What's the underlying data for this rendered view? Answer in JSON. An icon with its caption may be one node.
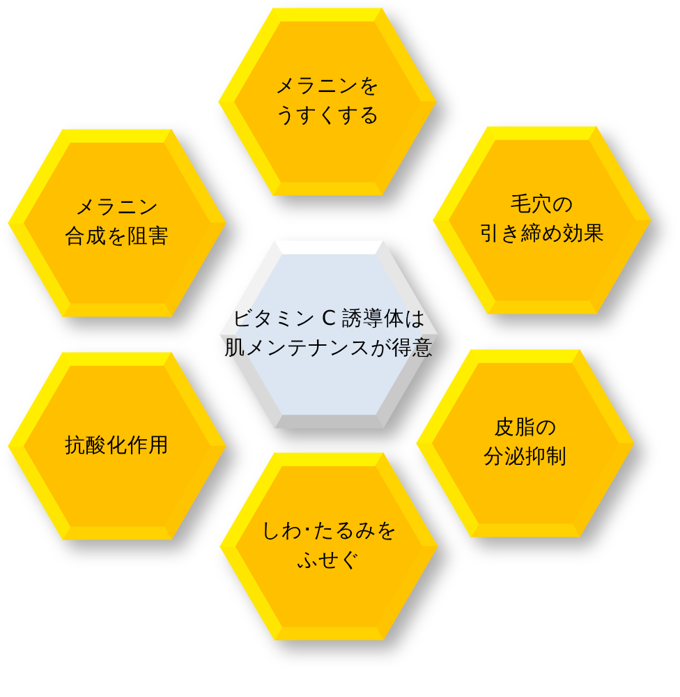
{
  "diagram": {
    "nodes": [
      {
        "text": [
          "メラニンをうすくする"
        ]
      },
      {
        "text": [
          "メラニン合成を阻害"
        ]
      },
      {
        "text": [
          "毛穴の引き締め効果"
        ]
      },
      {
        "text": [
          "ビタミン C 誘導体は肌メンテナンスが得意"
        ]
      },
      {
        "text": [
          "抗酸化作用"
        ]
      },
      {
        "text": [
          "皮脂の分泌抑制"
        ]
      },
      {
        "text": [
          "しわ･たるみをふせぐ"
        ]
      }
    ]
  }
}
